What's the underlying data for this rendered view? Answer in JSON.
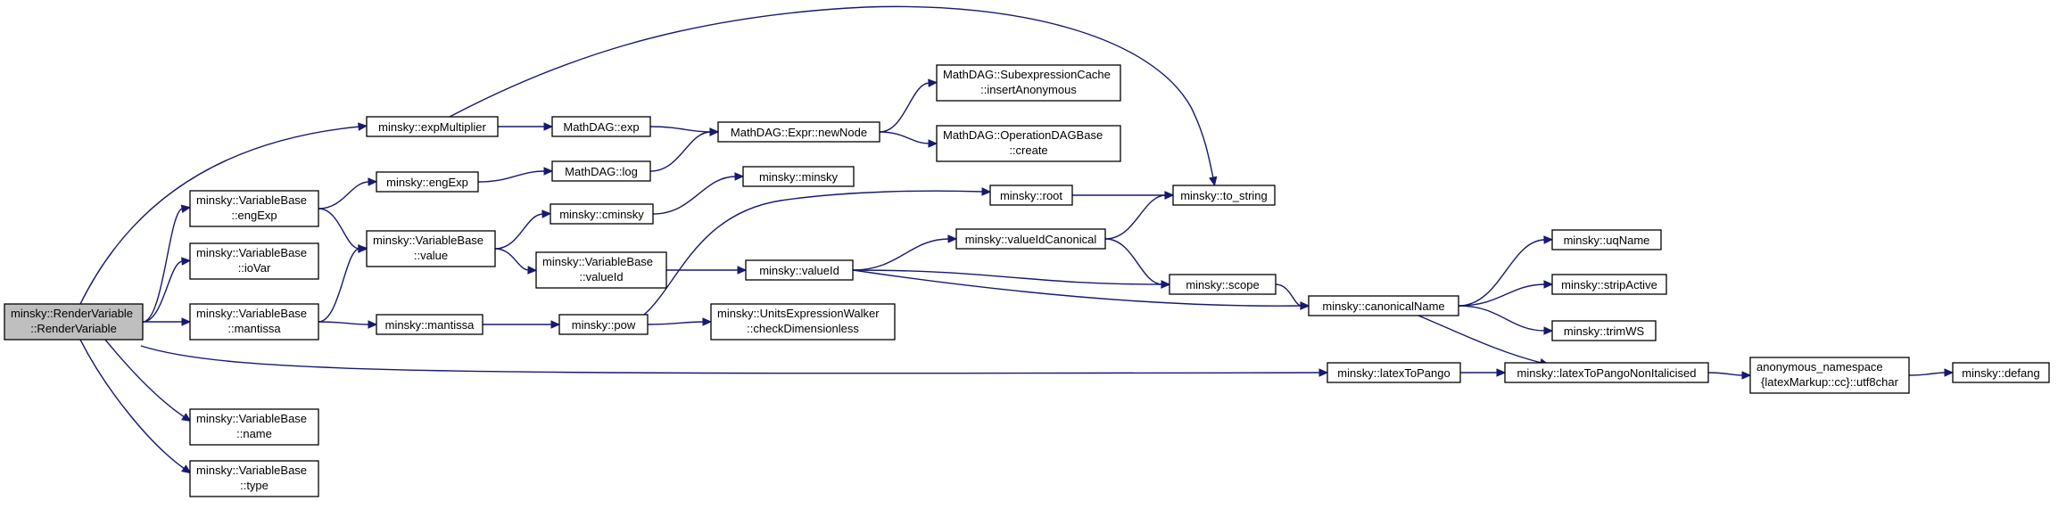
{
  "graph": {
    "nodes": [
      {
        "id": "n0",
        "lines": [
          "minsky::RenderVariable",
          "::RenderVariable"
        ],
        "root": true
      },
      {
        "id": "n1",
        "lines": [
          "minsky::expMultiplier"
        ]
      },
      {
        "id": "n2",
        "lines": [
          "minsky::VariableBase",
          "::engExp"
        ]
      },
      {
        "id": "n3",
        "lines": [
          "minsky::VariableBase",
          "::ioVar"
        ]
      },
      {
        "id": "n4",
        "lines": [
          "minsky::VariableBase",
          "::mantissa"
        ]
      },
      {
        "id": "n5",
        "lines": [
          "minsky::VariableBase",
          "::name"
        ]
      },
      {
        "id": "n6",
        "lines": [
          "minsky::VariableBase",
          "::type"
        ]
      },
      {
        "id": "n7",
        "lines": [
          "minsky::engExp"
        ]
      },
      {
        "id": "n8",
        "lines": [
          "minsky::VariableBase",
          "::value"
        ]
      },
      {
        "id": "n9",
        "lines": [
          "minsky::mantissa"
        ]
      },
      {
        "id": "n10",
        "lines": [
          "MathDAG::exp"
        ]
      },
      {
        "id": "n11",
        "lines": [
          "MathDAG::log"
        ]
      },
      {
        "id": "n12",
        "lines": [
          "minsky::cminsky"
        ]
      },
      {
        "id": "n13",
        "lines": [
          "minsky::VariableBase",
          "::valueId"
        ]
      },
      {
        "id": "n14",
        "lines": [
          "minsky::pow"
        ]
      },
      {
        "id": "n15",
        "lines": [
          "MathDAG::Expr::newNode"
        ]
      },
      {
        "id": "n16",
        "lines": [
          "minsky::minsky"
        ]
      },
      {
        "id": "n17",
        "lines": [
          "minsky::valueId"
        ]
      },
      {
        "id": "n18",
        "lines": [
          "minsky::UnitsExpressionWalker",
          "::checkDimensionless"
        ]
      },
      {
        "id": "n19",
        "lines": [
          "MathDAG::SubexpressionCache",
          "::insertAnonymous"
        ]
      },
      {
        "id": "n20",
        "lines": [
          "MathDAG::OperationDAGBase",
          "::create"
        ]
      },
      {
        "id": "n21",
        "lines": [
          "minsky::root"
        ]
      },
      {
        "id": "n22",
        "lines": [
          "minsky::valueIdCanonical"
        ]
      },
      {
        "id": "n23",
        "lines": [
          "minsky::to_string"
        ]
      },
      {
        "id": "n24",
        "lines": [
          "minsky::scope"
        ]
      },
      {
        "id": "n25",
        "lines": [
          "minsky::canonicalName"
        ]
      },
      {
        "id": "n26",
        "lines": [
          "minsky::latexToPango"
        ]
      },
      {
        "id": "n27",
        "lines": [
          "minsky::latexToPangoNonItalicised"
        ]
      },
      {
        "id": "n28",
        "lines": [
          "minsky::uqName"
        ]
      },
      {
        "id": "n29",
        "lines": [
          "minsky::stripActive"
        ]
      },
      {
        "id": "n30",
        "lines": [
          "minsky::trimWS"
        ]
      },
      {
        "id": "n31",
        "lines": [
          "anonymous_namespace",
          "{latexMarkup::cc}::utf8char"
        ]
      },
      {
        "id": "n32",
        "lines": [
          "minsky::defang"
        ]
      }
    ],
    "edges": [
      [
        "n0",
        "n1"
      ],
      [
        "n0",
        "n2"
      ],
      [
        "n0",
        "n3"
      ],
      [
        "n0",
        "n4"
      ],
      [
        "n0",
        "n26"
      ],
      [
        "n0",
        "n5"
      ],
      [
        "n0",
        "n6"
      ],
      [
        "n1",
        "n10"
      ],
      [
        "n1",
        "n23"
      ],
      [
        "n2",
        "n7"
      ],
      [
        "n2",
        "n8"
      ],
      [
        "n4",
        "n8"
      ],
      [
        "n4",
        "n9"
      ],
      [
        "n7",
        "n11"
      ],
      [
        "n8",
        "n12"
      ],
      [
        "n8",
        "n13"
      ],
      [
        "n9",
        "n14"
      ],
      [
        "n10",
        "n15"
      ],
      [
        "n11",
        "n15"
      ],
      [
        "n12",
        "n16"
      ],
      [
        "n13",
        "n17"
      ],
      [
        "n14",
        "n21"
      ],
      [
        "n14",
        "n18"
      ],
      [
        "n15",
        "n19"
      ],
      [
        "n15",
        "n20"
      ],
      [
        "n17",
        "n22"
      ],
      [
        "n17",
        "n24"
      ],
      [
        "n17",
        "n25"
      ],
      [
        "n21",
        "n23"
      ],
      [
        "n22",
        "n23"
      ],
      [
        "n22",
        "n24"
      ],
      [
        "n24",
        "n25"
      ],
      [
        "n25",
        "n28"
      ],
      [
        "n25",
        "n29"
      ],
      [
        "n25",
        "n30"
      ],
      [
        "n25",
        "n27"
      ],
      [
        "n26",
        "n27"
      ],
      [
        "n27",
        "n31"
      ],
      [
        "n31",
        "n32"
      ]
    ]
  }
}
